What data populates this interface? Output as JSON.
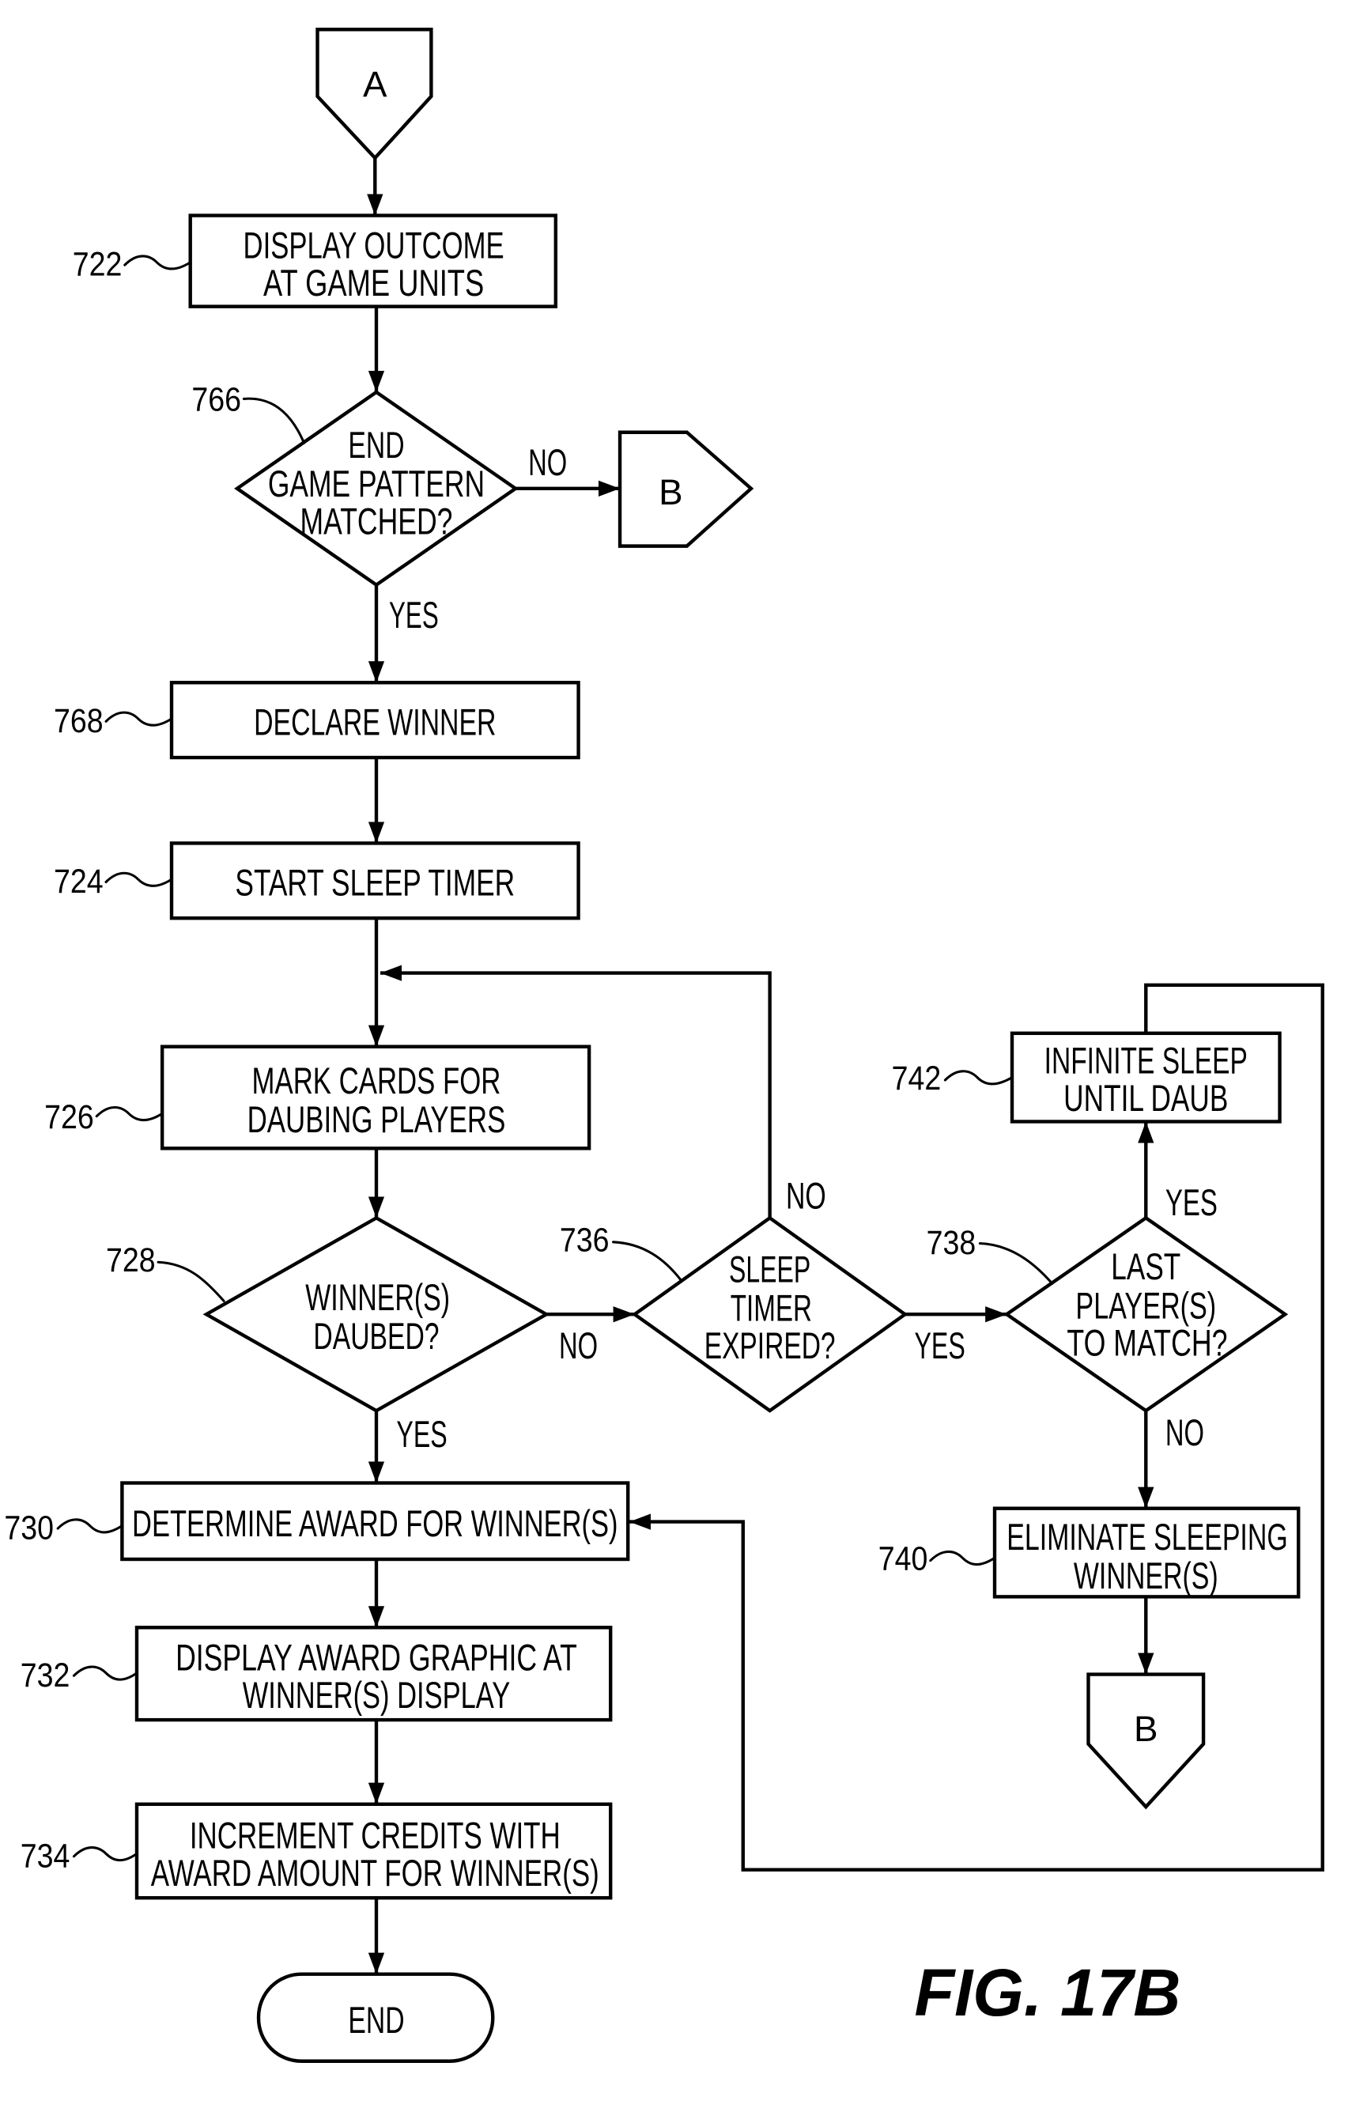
{
  "figure": {
    "caption": "FIG. 17B"
  },
  "diagram": {
    "nodes": {
      "connector_a": {
        "label": "A"
      },
      "display_outcome": {
        "ref": "722",
        "lines": [
          "DISPLAY OUTCOME",
          "AT GAME UNITS"
        ]
      },
      "end_game_pattern_matched": {
        "ref": "766",
        "lines": [
          "END",
          "GAME PATTERN",
          "MATCHED?"
        ]
      },
      "connector_b_right": {
        "label": "B"
      },
      "declare_winner": {
        "ref": "768",
        "lines": [
          "DECLARE WINNER"
        ]
      },
      "start_sleep_timer": {
        "ref": "724",
        "lines": [
          "START SLEEP TIMER"
        ]
      },
      "mark_cards": {
        "ref": "726",
        "lines": [
          "MARK CARDS FOR",
          "DAUBING PLAYERS"
        ]
      },
      "winners_daubed": {
        "ref": "728",
        "lines": [
          "WINNER(S)",
          "DAUBED?"
        ]
      },
      "sleep_timer_expired": {
        "ref": "736",
        "lines": [
          "SLEEP",
          "TIMER",
          "EXPIRED?"
        ]
      },
      "last_players_to_match": {
        "ref": "738",
        "lines": [
          "LAST",
          "PLAYER(S)",
          "TO MATCH?"
        ]
      },
      "infinite_sleep": {
        "ref": "742",
        "lines": [
          "INFINITE SLEEP",
          "UNTIL DAUB"
        ]
      },
      "eliminate_sleeping_winners": {
        "ref": "740",
        "lines": [
          "ELIMINATE SLEEPING",
          "WINNER(S)"
        ]
      },
      "connector_b_down": {
        "label": "B"
      },
      "determine_award": {
        "ref": "730",
        "lines": [
          "DETERMINE AWARD FOR WINNER(S)"
        ]
      },
      "display_award_graphic": {
        "ref": "732",
        "lines": [
          "DISPLAY AWARD GRAPHIC AT",
          "WINNER(S) DISPLAY"
        ]
      },
      "increment_credits": {
        "ref": "734",
        "lines": [
          "INCREMENT CREDITS WITH",
          "AWARD AMOUNT FOR WINNER(S)"
        ]
      },
      "end": {
        "lines": [
          "END"
        ]
      }
    },
    "branches": {
      "end_game_pattern_matched_no": "NO",
      "end_game_pattern_matched_yes": "YES",
      "winners_daubed_no": "NO",
      "winners_daubed_yes": "YES",
      "sleep_timer_expired_no": "NO",
      "sleep_timer_expired_yes": "YES",
      "last_players_to_match_yes": "YES",
      "last_players_to_match_no": "NO"
    }
  }
}
